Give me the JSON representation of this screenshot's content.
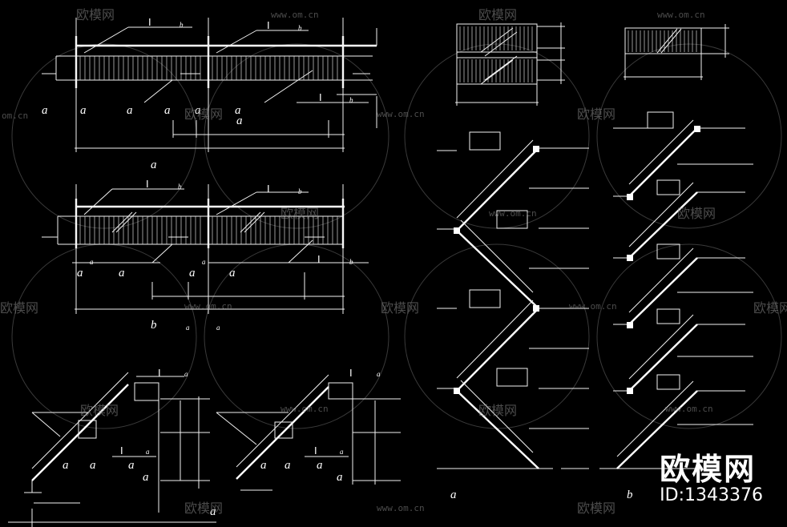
{
  "watermark": {
    "site_text": "欧模网",
    "url_text": "www.om.cn",
    "url_text_partial": "om.cn"
  },
  "brand": {
    "name": "欧模网",
    "id_label": "ID:1343376"
  },
  "labels": {
    "a": "a",
    "b": "b",
    "I": "I"
  },
  "colors": {
    "background": "#000000",
    "lines": "#ffffff",
    "watermark": "#8a8a8a"
  }
}
